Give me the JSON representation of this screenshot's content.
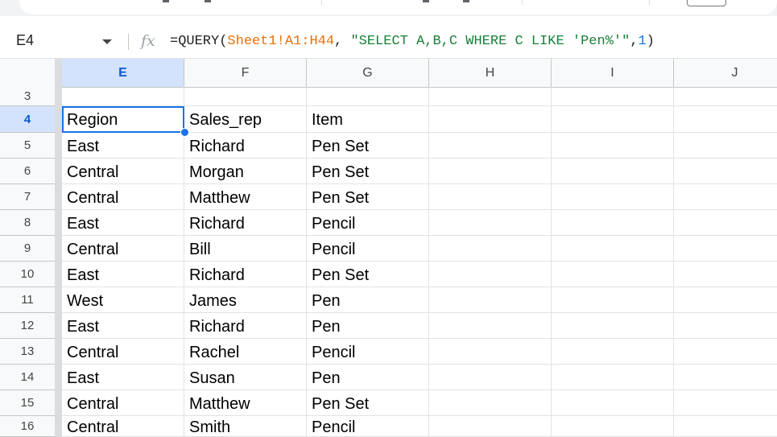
{
  "name_box": {
    "value": "E4"
  },
  "formula": {
    "func": "=QUERY(",
    "range": "Sheet1!A1:H44",
    "sep1": ", ",
    "query_string": "\"SELECT A,B,C WHERE C LIKE 'Pen%'\"",
    "sep2": ",",
    "header_count": "1",
    "close": ")"
  },
  "columns": [
    "E",
    "F",
    "G",
    "H",
    "I",
    "J"
  ],
  "active_column": "E",
  "active_row": "4",
  "rows": [
    {
      "num": "3",
      "cells": [
        "",
        "",
        "",
        "",
        "",
        ""
      ]
    },
    {
      "num": "4",
      "cells": [
        "Region",
        "Sales_rep",
        "Item",
        "",
        "",
        ""
      ]
    },
    {
      "num": "5",
      "cells": [
        "East",
        "Richard",
        "Pen Set",
        "",
        "",
        ""
      ]
    },
    {
      "num": "6",
      "cells": [
        "Central",
        "Morgan",
        "Pen Set",
        "",
        "",
        ""
      ]
    },
    {
      "num": "7",
      "cells": [
        "Central",
        "Matthew",
        "Pen Set",
        "",
        "",
        ""
      ]
    },
    {
      "num": "8",
      "cells": [
        "East",
        "Richard",
        "Pencil",
        "",
        "",
        ""
      ]
    },
    {
      "num": "9",
      "cells": [
        "Central",
        "Bill",
        "Pencil",
        "",
        "",
        ""
      ]
    },
    {
      "num": "10",
      "cells": [
        "East",
        "Richard",
        "Pen Set",
        "",
        "",
        ""
      ]
    },
    {
      "num": "11",
      "cells": [
        "West",
        "James",
        "Pen",
        "",
        "",
        ""
      ]
    },
    {
      "num": "12",
      "cells": [
        "East",
        "Richard",
        "Pen",
        "",
        "",
        ""
      ]
    },
    {
      "num": "13",
      "cells": [
        "Central",
        "Rachel",
        "Pencil",
        "",
        "",
        ""
      ]
    },
    {
      "num": "14",
      "cells": [
        "East",
        "Susan",
        "Pen",
        "",
        "",
        ""
      ]
    },
    {
      "num": "15",
      "cells": [
        "Central",
        "Matthew",
        "Pen Set",
        "",
        "",
        ""
      ]
    },
    {
      "num": "16",
      "cells": [
        "Central",
        "Smith",
        "Pencil",
        "",
        "",
        ""
      ]
    }
  ],
  "colors": {
    "accent": "#1a73e8",
    "header_active_bg": "#d3e3fd",
    "formula_range": "#e8710a",
    "formula_string": "#188038"
  }
}
